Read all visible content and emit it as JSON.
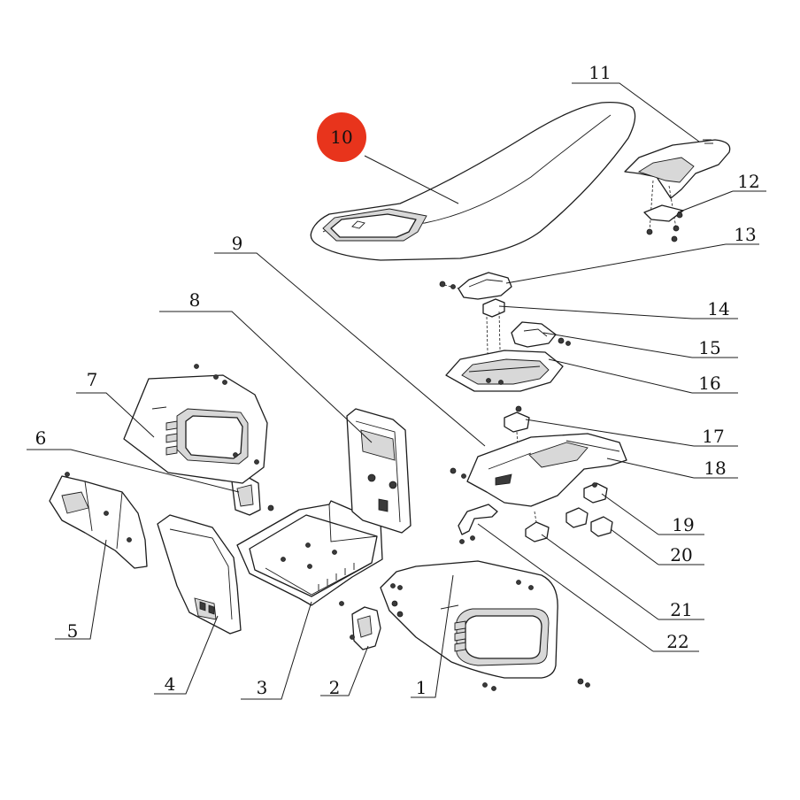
{
  "callouts": [
    {
      "id": "1",
      "label": "1"
    },
    {
      "id": "2",
      "label": "2"
    },
    {
      "id": "3",
      "label": "3"
    },
    {
      "id": "4",
      "label": "4"
    },
    {
      "id": "5",
      "label": "5"
    },
    {
      "id": "6",
      "label": "6"
    },
    {
      "id": "7",
      "label": "7"
    },
    {
      "id": "8",
      "label": "8"
    },
    {
      "id": "9",
      "label": "9"
    },
    {
      "id": "10",
      "label": "10"
    },
    {
      "id": "11",
      "label": "11"
    },
    {
      "id": "12",
      "label": "12"
    },
    {
      "id": "13",
      "label": "13"
    },
    {
      "id": "14",
      "label": "14"
    },
    {
      "id": "15",
      "label": "15"
    },
    {
      "id": "16",
      "label": "16"
    },
    {
      "id": "17",
      "label": "17"
    },
    {
      "id": "18",
      "label": "18"
    },
    {
      "id": "19",
      "label": "19"
    },
    {
      "id": "20",
      "label": "20"
    },
    {
      "id": "21",
      "label": "21"
    },
    {
      "id": "22",
      "label": "22"
    }
  ],
  "highlight": {
    "label": "10",
    "color": "#e8341c"
  },
  "colors": {
    "line": "#1c1c1c",
    "background": "#ffffff"
  }
}
